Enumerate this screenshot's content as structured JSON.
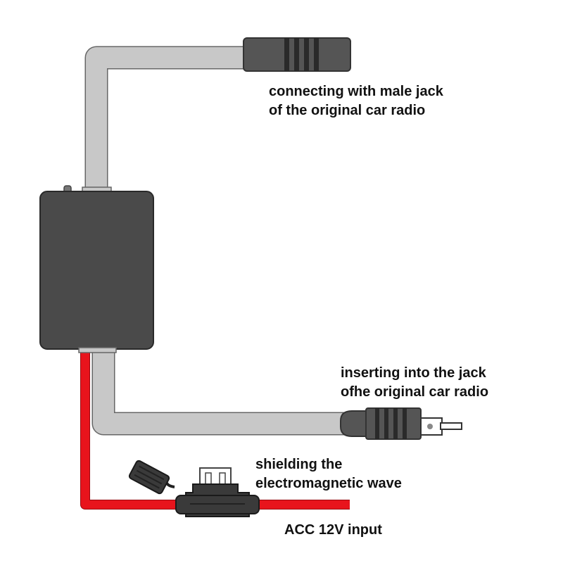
{
  "labels": {
    "female_jack": [
      "connecting with male jack",
      "of the original car radio"
    ],
    "male_plug": [
      "inserting into the jack",
      "ofhe original car radio"
    ],
    "fuse": [
      "shielding the",
      "electromagnetic wave"
    ],
    "power": [
      "ACC 12V input"
    ]
  },
  "colors": {
    "cable_fill": "#c8c8c8",
    "cable_outline": "#666666",
    "box_body": "#4a4a4a",
    "connector_dark": "#555555",
    "connector_stripe": "#2a2a2a",
    "power_wire": "#e8141c",
    "text": "#111111"
  },
  "icons": {
    "module": "amplifier-box-icon",
    "female_jack": "female-antenna-jack-icon",
    "male_plug": "male-antenna-plug-icon",
    "fuse": "inline-fuse-holder-icon"
  }
}
